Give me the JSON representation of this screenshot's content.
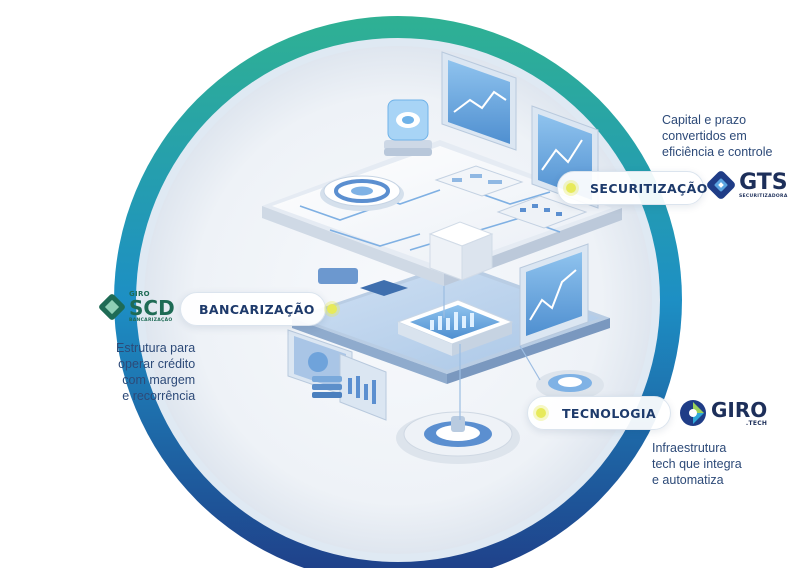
{
  "nodes": {
    "securitizacao": {
      "label": "SECURITIZAÇÃO",
      "description": [
        "Capital e prazo",
        "convertidos em",
        "eficiência e controle"
      ],
      "logo": {
        "word": "GTS",
        "sub": "SECURITIZADORA"
      }
    },
    "bancarizacao": {
      "label": "BANCARIZAÇÃO",
      "description": [
        "Estrutura para",
        "operar crédito",
        "com margem",
        "e recorrência"
      ],
      "logo": {
        "top": "GIRO",
        "word": "SCD",
        "sub": "BANCARIZAÇÃO"
      }
    },
    "tecnologia": {
      "label": "TECNOLOGIA",
      "description": [
        "Infraestrutura",
        "tech que integra",
        "e automatiza"
      ],
      "logo": {
        "word": "GIRO",
        "sub": ".TECH"
      }
    }
  },
  "colors": {
    "ring_teal": "#2fb193",
    "ring_blue": "#1d8fc4",
    "ring_navy": "#1f3d87",
    "label_text": "#1d3a6b",
    "dot": "#e7ea5a",
    "scd_green": "#1e6b55"
  }
}
